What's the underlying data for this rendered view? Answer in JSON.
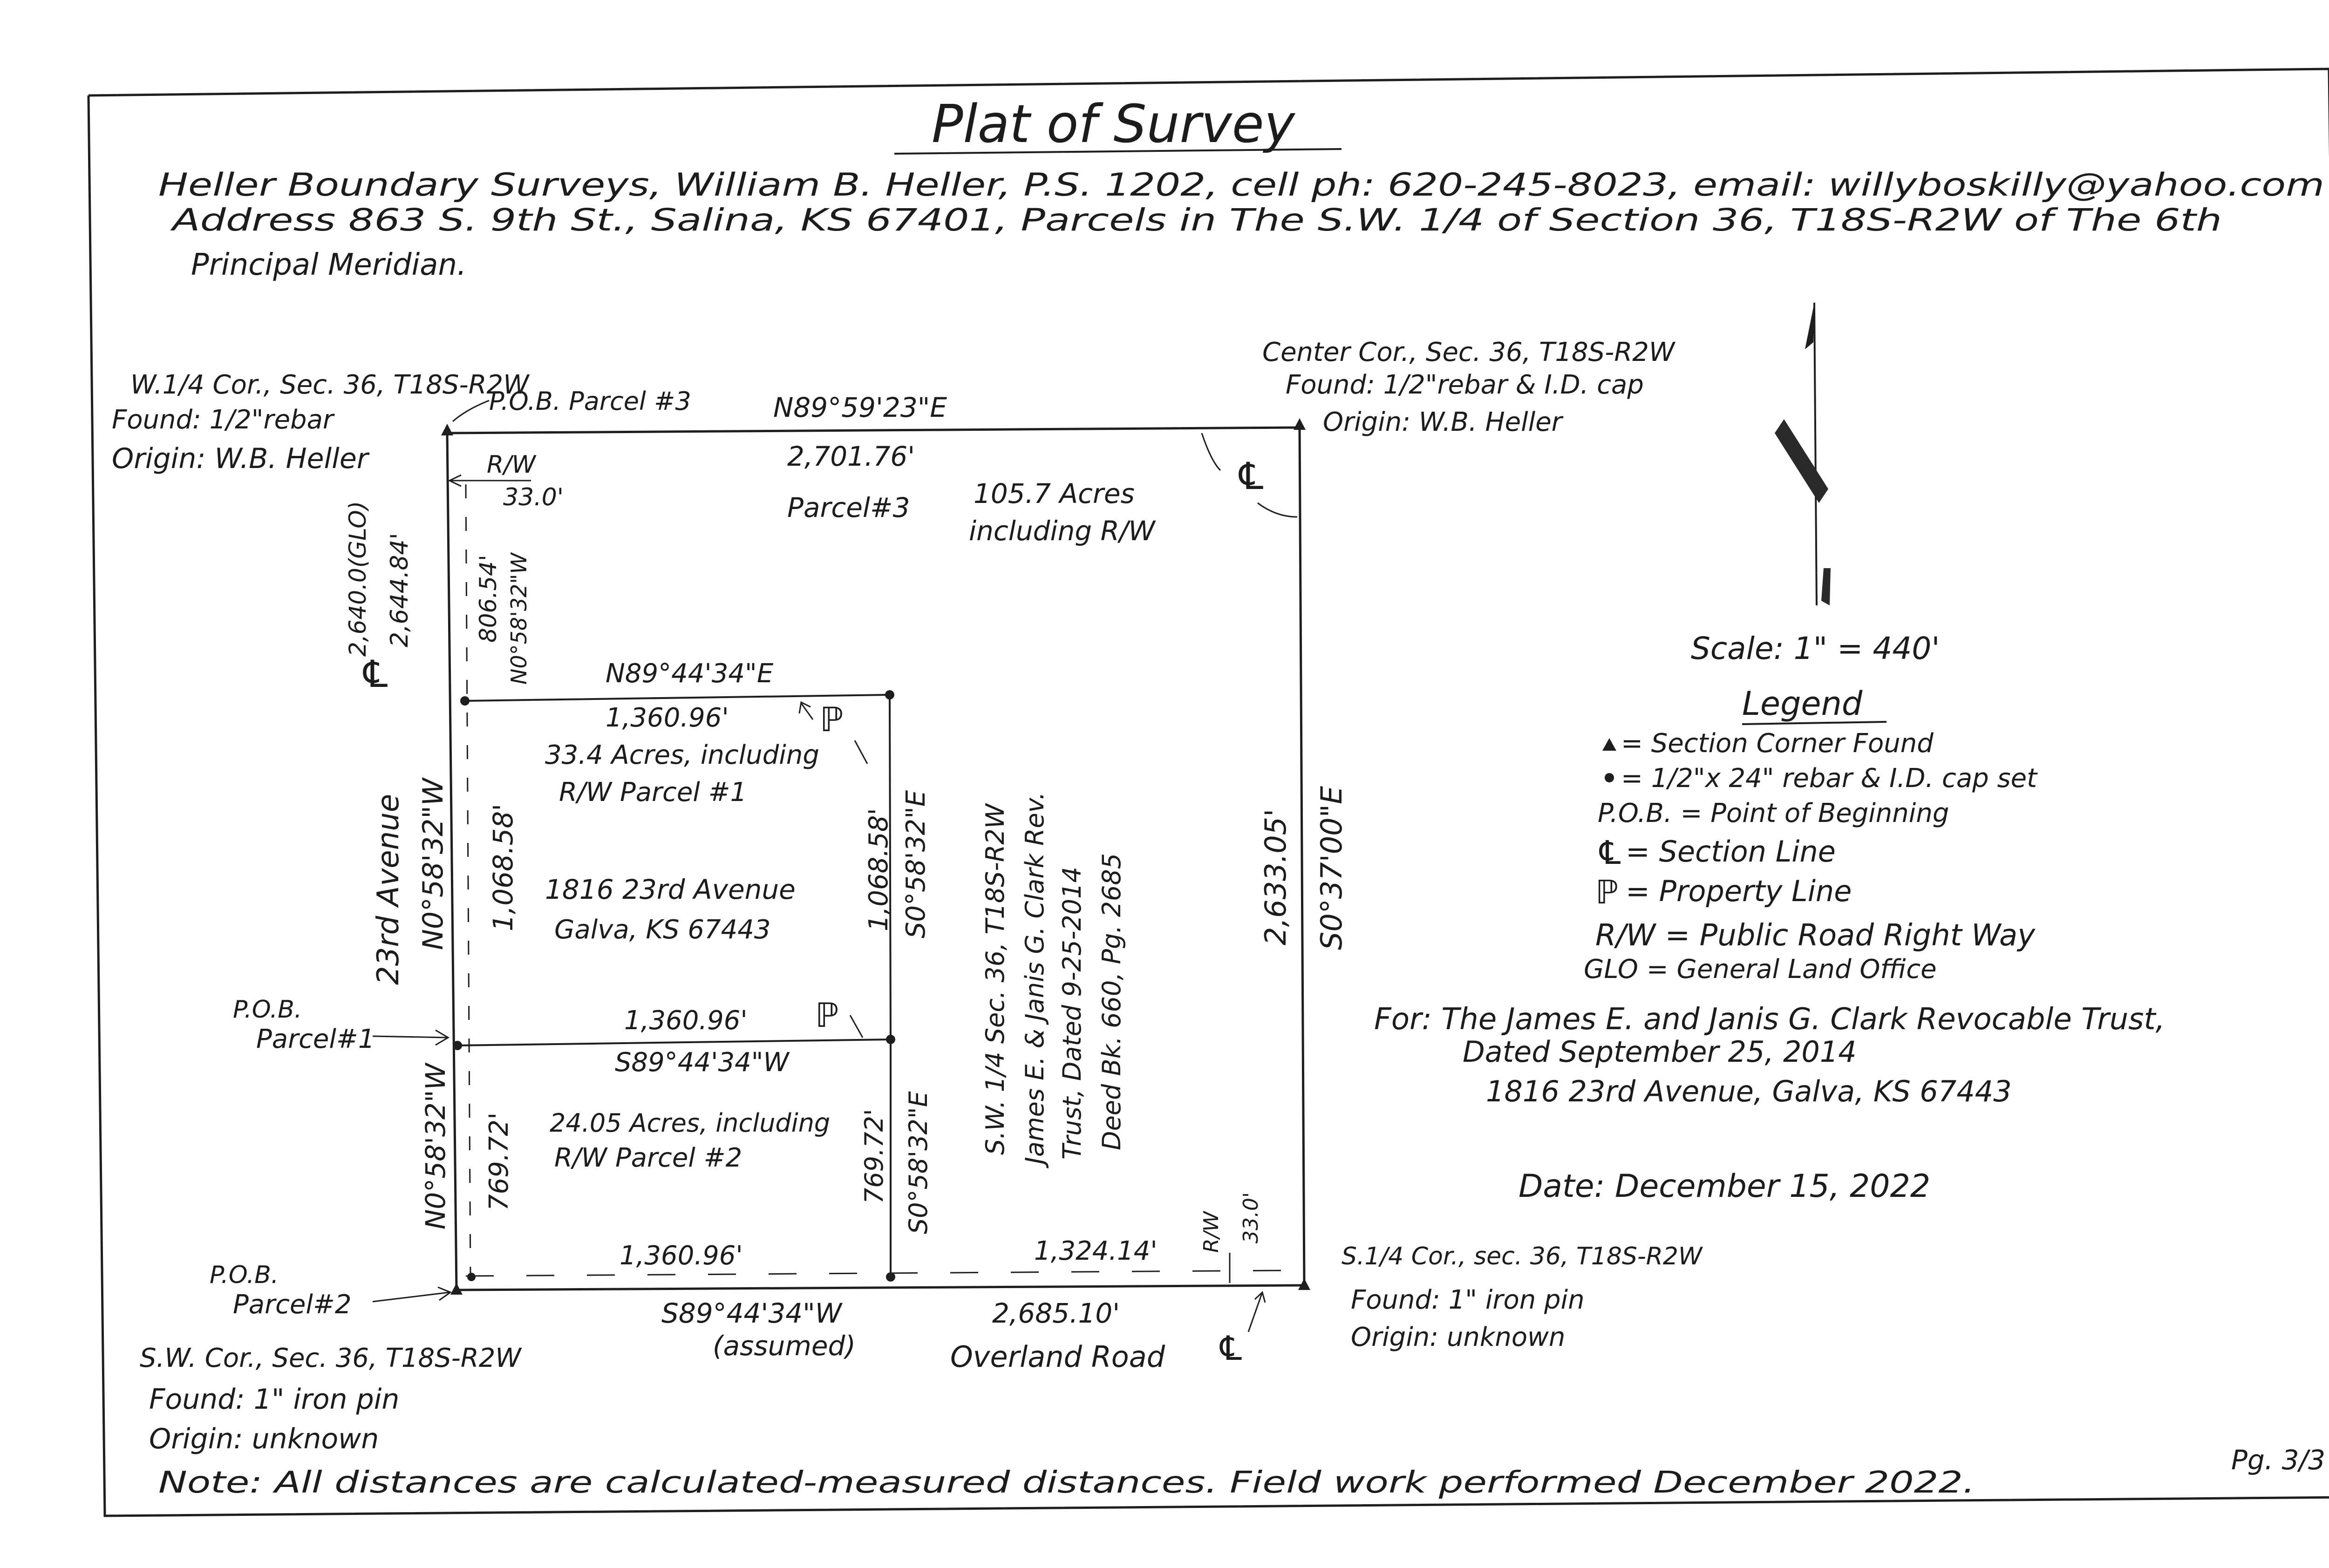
{
  "header": {
    "title": "Plat of Survey",
    "line1": "Heller Boundary Surveys, William B. Heller, P.S. 1202, cell ph: 620-245-8023, email: willyboskilly@yahoo.com",
    "line2": "Address 863 S. 9th St., Salina, KS 67401, Parcels in The S.W. 1/4 of Section 36, T18S-R2W of The 6th",
    "line3": "Principal Meridian."
  },
  "corners": {
    "nw": {
      "line1": "W.1/4 Cor., Sec. 36, T18S-R2W",
      "line2": "Found: 1/2\"rebar",
      "line3": "Origin: W.B. Heller"
    },
    "ne": {
      "line1": "Center Cor., Sec. 36, T18S-R2W",
      "line2": "Found: 1/2\"rebar & I.D. cap",
      "line3": "Origin: W.B. Heller"
    },
    "sw": {
      "line1": "S.W. Cor., Sec. 36, T18S-R2W",
      "line2": "Found: 1\" iron pin",
      "line3": "Origin: unknown"
    },
    "se": {
      "line1": "S.1/4 Cor., sec. 36, T18S-R2W",
      "line2": "Found: 1\" iron pin",
      "line3": "Origin: unknown"
    }
  },
  "pob": {
    "parcel3": "P.O.B. Parcel #3",
    "parcel1_a": "P.O.B.",
    "parcel1_b": "Parcel#1",
    "parcel2_a": "P.O.B.",
    "parcel2_b": "Parcel#2"
  },
  "bearings": {
    "north": "N89°59'23\"E",
    "north_dist": "2,701.76'",
    "east": "S0°37'00\"E",
    "east_dist": "2,633.05'",
    "south": "S89°44'34\"W",
    "south_assumed": "(assumed)",
    "south_dist": "2,685.10'",
    "west_glo": "2,640.0(GLO)",
    "west_dist": "2,644.84'",
    "p3_west": "N0°58'32\"W",
    "p3_west_dist": "806.54'",
    "p1_north": "N89°44'34\"E",
    "p1_north_dist": "1,360.96'",
    "p1_west": "N0°58'32\"W",
    "p1_west_dist": "1,068.58'",
    "p1_east": "S0°58'32\"E",
    "p1_east_dist": "1,068.58'",
    "p1_south_dist": "1,360.96'",
    "p1_south": "S89°44'34\"W",
    "p2_west": "N0°58'32\"W",
    "p2_west_dist": "769.72'",
    "p2_east": "S0°58'32\"E",
    "p2_east_dist": "769.72'",
    "p2_south_dist": "1,360.96'",
    "p3_south_dist": "1,324.14'"
  },
  "parcels": {
    "p3_name": "Parcel#3",
    "p3_area_1": "105.7 Acres",
    "p3_area_2": "including R/W",
    "p1_area_1": "33.4 Acres, including",
    "p1_area_2": "R/W Parcel #1",
    "p1_addr_1": "1816 23rd Avenue",
    "p1_addr_2": "Galva, KS 67443",
    "p2_area_1": "24.05 Acres, including",
    "p2_area_2": "R/W Parcel #2"
  },
  "rw": {
    "west_label": "R/W",
    "west_dist": "33.0'",
    "south_label": "R/W",
    "south_dist": "33.0'"
  },
  "roads": {
    "west": "23rd Avenue",
    "south": "Overland Road"
  },
  "vertical_note": {
    "line1": "S.W. 1/4 Sec. 36, T18S-R2W",
    "line2": "James E. & Janis G. Clark Rev.",
    "line3": "Trust, Dated 9-25-2014",
    "line4": "Deed Bk. 660, Pg. 2685"
  },
  "symbols": {
    "section_line": "℄",
    "property_line": "ℙ"
  },
  "scale": "Scale: 1\" = 440'",
  "legend": {
    "title": "Legend",
    "items": [
      "= Section Corner Found",
      "= 1/2\"x 24\" rebar & I.D. cap set",
      "P.O.B. = Point of Beginning",
      "= Section Line",
      "= Property Line",
      "R/W = Public Road Right Way",
      "GLO = General Land Office"
    ]
  },
  "client": {
    "line1": "For: The James E. and Janis G. Clark Revocable Trust,",
    "line2": "Dated September 25, 2014",
    "line3": "1816 23rd Avenue, Galva, KS 67443"
  },
  "date": "Date: December 15, 2022",
  "note": "Note: All distances are calculated-measured distances. Field work performed December 2022.",
  "page": "Pg. 3/3",
  "colors": {
    "ink": "#1e1e1e",
    "paper": "#ffffff"
  }
}
